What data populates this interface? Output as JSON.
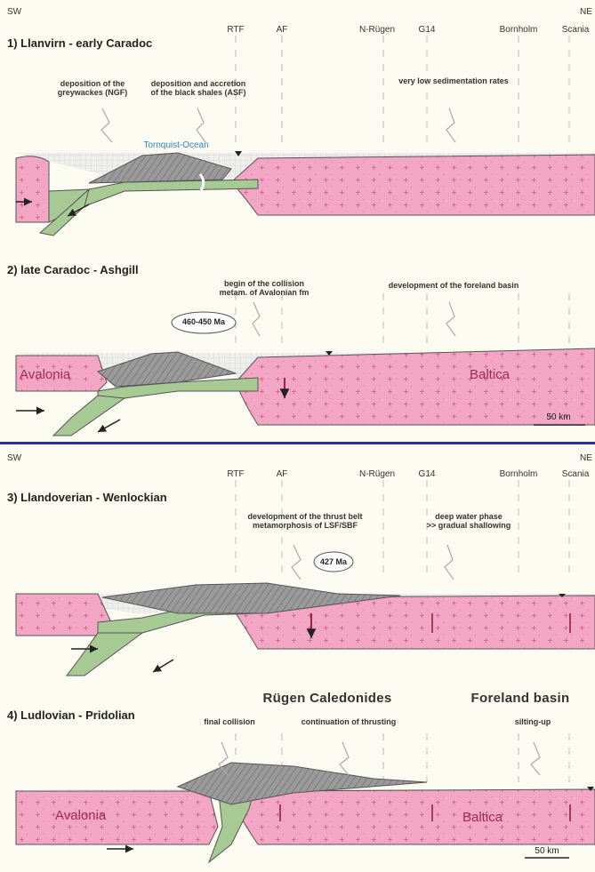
{
  "top": {
    "sw": "SW",
    "ne": "NE",
    "localities": [
      "RTF",
      "AF",
      "N-Rügen",
      "G14",
      "Bornholm",
      "Scania"
    ]
  },
  "bottom": {
    "sw": "SW",
    "ne": "NE",
    "localities": [
      "RTF",
      "AF",
      "N-Rügen",
      "G14",
      "Bornholm",
      "Scania"
    ]
  },
  "stages": {
    "s1": {
      "title": "1) Llanvirn - early Caradoc",
      "notes": [
        "deposition of the\ngreywackes (NGF)",
        "deposition and accretion\nof the black shales (ASF)",
        "very low sedimentation rates"
      ],
      "ocean": "Tornquist-Ocean"
    },
    "s2": {
      "title": "2) late Caradoc - Ashgill",
      "notes": [
        "begin of the collision\nmetam. of Avalonian fm",
        "development of the foreland basin"
      ],
      "age": "460-450 Ma",
      "left_plate": "Avalonia",
      "right_plate": "Baltica",
      "scale": "50 km"
    },
    "s3": {
      "title": "3) Llandoverian - Wenlockian",
      "notes": [
        "development of the thrust belt\nmetamorphosis of LSF/SBF",
        "deep water phase\n>> gradual shallowing"
      ],
      "age": "427 Ma"
    },
    "s4": {
      "title": "4) Ludlovian - Pridolian",
      "heading_left": "Rügen Caledonides",
      "heading_right": "Foreland basin",
      "notes": [
        "final collision",
        "continuation of thrusting",
        "silting-up"
      ],
      "left_plate": "Avalonia",
      "right_plate": "Baltica",
      "scale": "50 km"
    }
  },
  "colors": {
    "crust": "#f2a6c4",
    "crust_dots": "#c8507f",
    "slab": "#a7c994",
    "wedge": "#9a9a9a",
    "sediment": "#d6d6d6",
    "divider": "#2232a6",
    "ocean_text": "#2f86c4"
  }
}
